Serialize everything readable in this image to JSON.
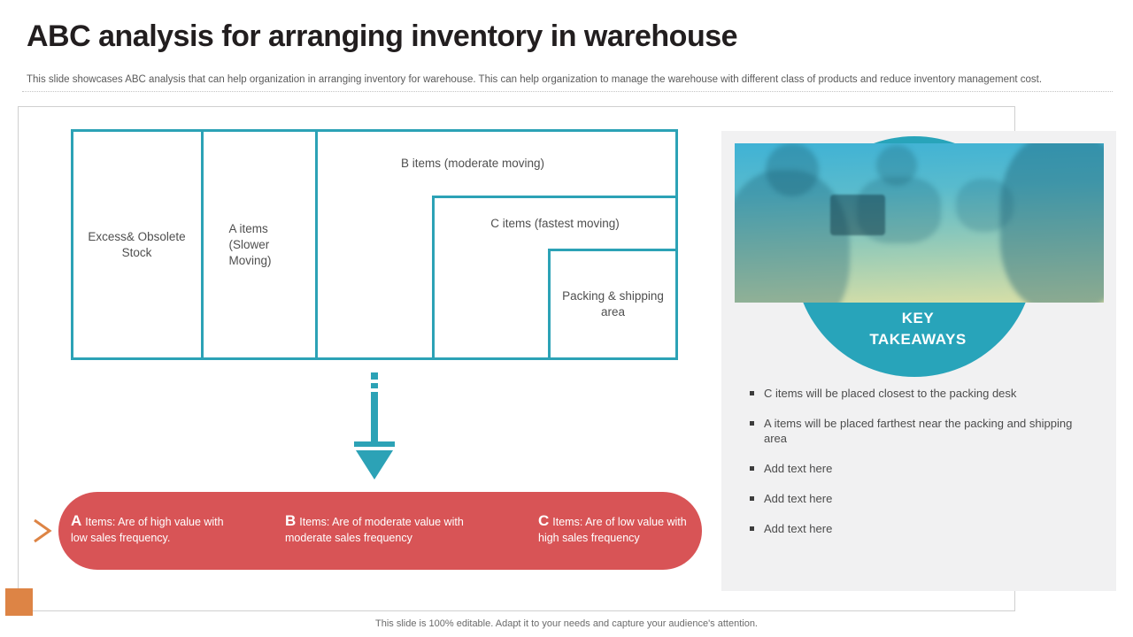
{
  "slide": {
    "title": "ABC analysis for arranging inventory in warehouse",
    "subtitle": "This slide showcases ABC analysis that can help organization in arranging inventory for warehouse. This can help organization to manage the warehouse with different class of products and reduce inventory management cost.",
    "footer": "This slide is 100% editable. Adapt it to your needs and capture your audience's attention."
  },
  "diagram": {
    "zones": {
      "excess": "Excess& Obsolete Stock",
      "a_items": "A items (Slower Moving)",
      "b_items": "B items (moderate moving)",
      "c_items": "C items (fastest moving)",
      "packing": "Packing & shipping area"
    }
  },
  "legend": {
    "items": [
      {
        "letter": "A",
        "text": "Items: Are of high value with low sales frequency."
      },
      {
        "letter": "B",
        "text": "Items: Are of moderate value with moderate sales frequency"
      },
      {
        "letter": "C",
        "text": "Items: Are of low value with high sales frequency"
      }
    ]
  },
  "takeaways": {
    "heading": "KEY TAKEAWAYS",
    "bullets": [
      "C items will be placed closest to the packing desk",
      "A items will be placed farthest near the packing and shipping area",
      "Add text here",
      "Add text here",
      "Add text here"
    ]
  },
  "icons": {
    "arrow_down": "arrow-down-icon (teal solid down arrow with dashed tail and crossbar)",
    "chevron_right": "chevron-right-icon (orange outline >)"
  },
  "colors": {
    "teal_border": "#2ca2b6",
    "teal_circle": "#28a4ba",
    "legend_red": "#d85456",
    "accent_orange": "#dd8445",
    "panel_gray": "#f1f1f2",
    "photo_gradient_top": "#3fb2d5",
    "photo_gradient_bottom": "#d9dfa6"
  }
}
